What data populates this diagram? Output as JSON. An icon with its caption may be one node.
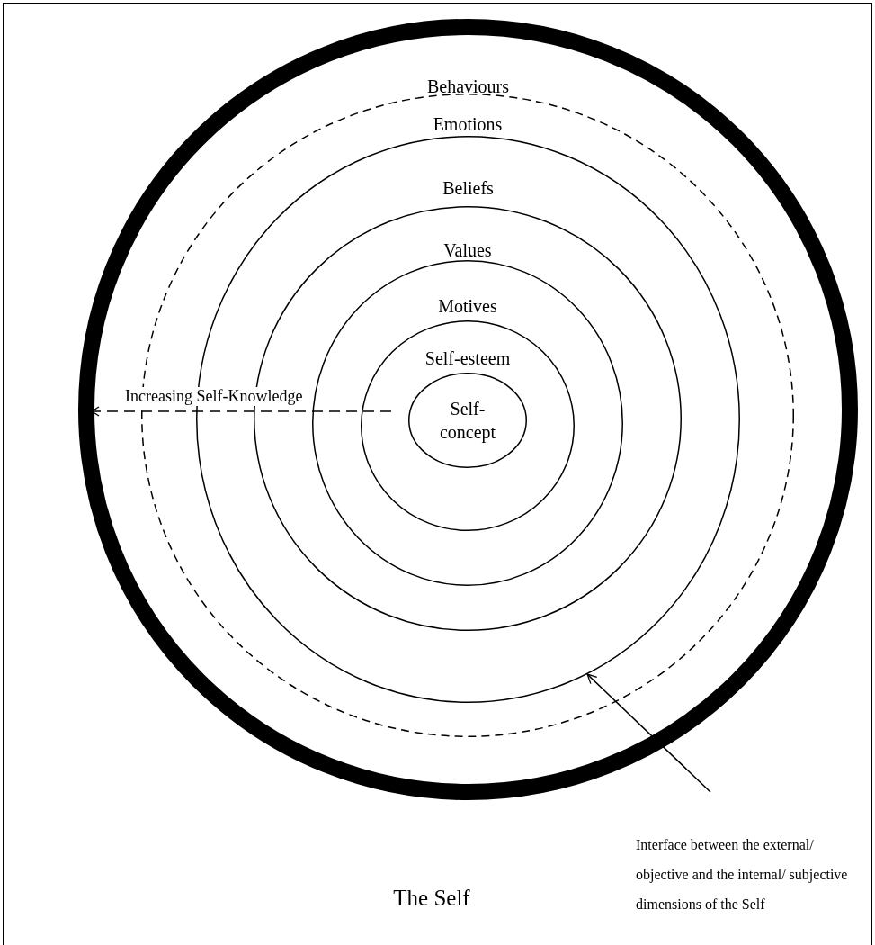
{
  "diagram": {
    "caption": "The Self",
    "nodes": [
      {
        "text": [
          "Behaviours"
        ]
      },
      {
        "text": [
          "Emotions"
        ],
        "in": 0
      },
      {
        "text": [
          "Beliefs"
        ],
        "in": 1
      },
      {
        "text": [
          "Values"
        ],
        "in": 2
      },
      {
        "text": [
          "Motives"
        ],
        "in": 3
      },
      {
        "text": [
          "Self-esteem"
        ],
        "in": 4
      },
      {
        "text": [
          "Self-concept"
        ],
        "in": 5
      },
      {
        "text": [
          "Interface between the external/ objective and the internal/ subjective dimensions of the Self"
        ]
      }
    ],
    "edges": [
      {
        "from": 7,
        "to": 2,
        "arrow": "to"
      }
    ],
    "labels": [
      "Increasing Self-Knowledge"
    ]
  }
}
